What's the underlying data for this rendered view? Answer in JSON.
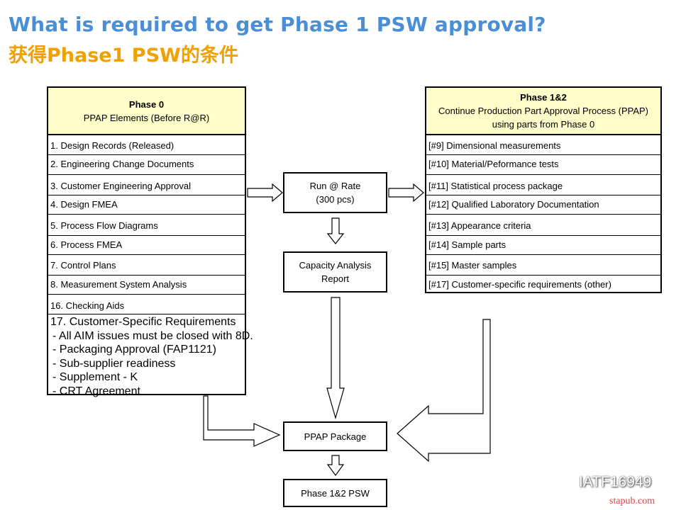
{
  "title": {
    "en": "What is required to get Phase 1 PSW approval?",
    "zh": "获得Phase1 PSW的条件"
  },
  "phase0": {
    "title": "Phase 0",
    "subtitle": "PPAP Elements (Before R@R)",
    "items": [
      "1. Design Records (Released)",
      "2. Engineering Change Documents",
      "3. Customer Engineering Approval",
      "4. Design FMEA",
      "5. Process Flow Diagrams",
      "6. Process FMEA",
      "7. Control Plans",
      "8. Measurement System Analysis",
      "16. Checking Aids"
    ],
    "csr": {
      "heading": "17. Customer-Specific Requirements",
      "items": [
        " - All AIM issues must be closed with 8D.",
        " - Packaging Approval (FAP1121)",
        " - Sub-supplier readiness",
        " - Supplement - K",
        " - CRT Agreement"
      ]
    }
  },
  "phase12": {
    "title": "Phase 1&2",
    "subtitle1": "Continue Production Part Approval Process (PPAP)",
    "subtitle2": "using parts from Phase 0",
    "items": [
      "[#9] Dimensional measurements",
      "[#10] Material/Peformance tests",
      "[#11] Statistical process package",
      "[#12] Qualified Laboratory Documentation",
      "[#13] Appearance criteria",
      "[#14] Sample parts",
      "[#15] Master samples",
      "[#17] Customer-specific requirements (other)"
    ]
  },
  "flow": {
    "run_rate_1": "Run @ Rate",
    "run_rate_2": "(300 pcs)",
    "capacity_1": "Capacity Analysis",
    "capacity_2": "Report",
    "ppap_package": "PPAP Package",
    "psw": "Phase 1&2 PSW"
  },
  "watermark": {
    "text": "IATF16949",
    "site": "stapub.com"
  },
  "icons": [
    "wechat-icon"
  ]
}
